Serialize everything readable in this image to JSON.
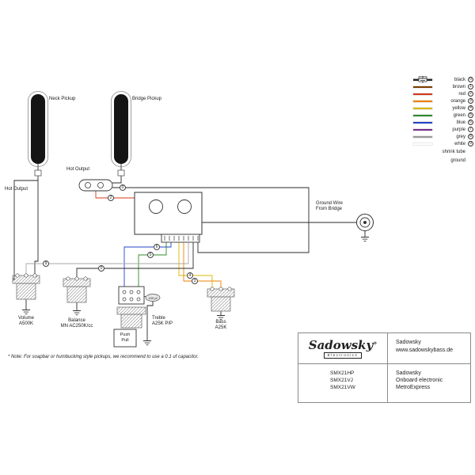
{
  "legend": {
    "wires": [
      {
        "label": "black",
        "num": "0",
        "color": "#1a1a1a"
      },
      {
        "label": "brown",
        "num": "1",
        "color": "#7b3f00"
      },
      {
        "label": "red",
        "num": "2",
        "color": "#d43a1a"
      },
      {
        "label": "orange",
        "num": "3",
        "color": "#f08000"
      },
      {
        "label": "yellow",
        "num": "4",
        "color": "#d9b800"
      },
      {
        "label": "green",
        "num": "5",
        "color": "#2e8b2e"
      },
      {
        "label": "blue",
        "num": "6",
        "color": "#2545c8"
      },
      {
        "label": "purple",
        "num": "7",
        "color": "#7a2e8f"
      },
      {
        "label": "grey",
        "num": "8",
        "color": "#9a9a9a"
      },
      {
        "label": "white",
        "num": "9",
        "color": "#ffffff"
      }
    ],
    "shrink_tube_label": "shrink tube",
    "ground_label": "ground"
  },
  "pickups": {
    "neck_label": "Neck Pickup",
    "bridge_label": "Bridge Pickup",
    "neck_hot_label": "Hot Output",
    "bridge_hot_label": "Hot Output"
  },
  "board": {
    "ground_wire_label_1": "Ground Wire",
    "ground_wire_label_2": "From Bridge"
  },
  "pots": {
    "volume": {
      "name": "Volume",
      "value": "A500K"
    },
    "balance": {
      "name": "Balance",
      "value": "MN AC250K/cc"
    },
    "treble": {
      "name": "Treble",
      "value": "A25K P/P"
    },
    "bass": {
      "name": "Bass",
      "value": "A25K"
    },
    "push_pull": [
      "Push",
      "Pull"
    ],
    "capacitor": "100 pf"
  },
  "markers": [
    "9",
    "0",
    "5",
    "6",
    "4",
    "3",
    "0",
    "2"
  ],
  "note": "* Note: For soapbar or humbucking style pickups, we recommend to use a 0.1 uf capacitor.",
  "info_table": {
    "logo_text": "Sadowsky",
    "logo_reg": "®",
    "logo_sub": "Electronics",
    "top_right_line1": "Sadowsky",
    "top_right_line2": "www.sadowskybass.de",
    "models": [
      "SMX21HP",
      "SMX21VJ",
      "SMX21VW"
    ],
    "product_line1": "Sadowsky",
    "product_line2": "Onboard electronic",
    "product_line3": "MetroExpress"
  }
}
